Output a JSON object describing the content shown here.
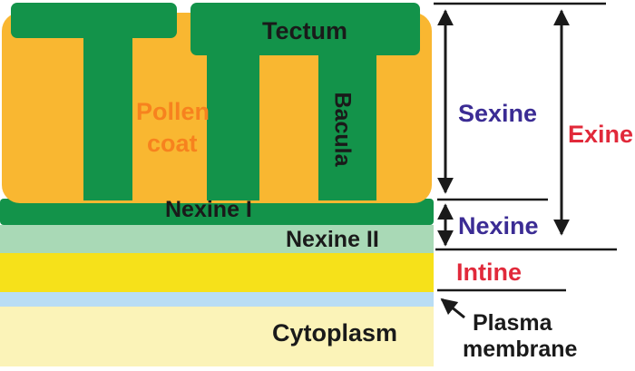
{
  "colors": {
    "pollen_coat": "#F9B731",
    "exine_green": "#13934A",
    "nexine_ii": "#A9D9B6",
    "intine": "#F6E11A",
    "plasma_membrane": "#B9DDF4",
    "cytoplasm": "#FBF3B8",
    "sexine_text": "#3B2C94",
    "exine_text": "#E1293A",
    "pollen_text": "#F7821E",
    "dark_text": "#1A1A1A"
  },
  "labels": {
    "tectum": "Tectum",
    "bacula": "Bacula",
    "pollen_coat": [
      "Pollen",
      "coat"
    ],
    "nexine_i": "Nexine I",
    "nexine_ii": "Nexine II",
    "cytoplasm": "Cytoplasm",
    "sexine": "Sexine",
    "nexine": "Nexine",
    "exine": "Exine",
    "intine": "Intine",
    "plasma_membrane": [
      "Plasma",
      "membrane"
    ]
  }
}
